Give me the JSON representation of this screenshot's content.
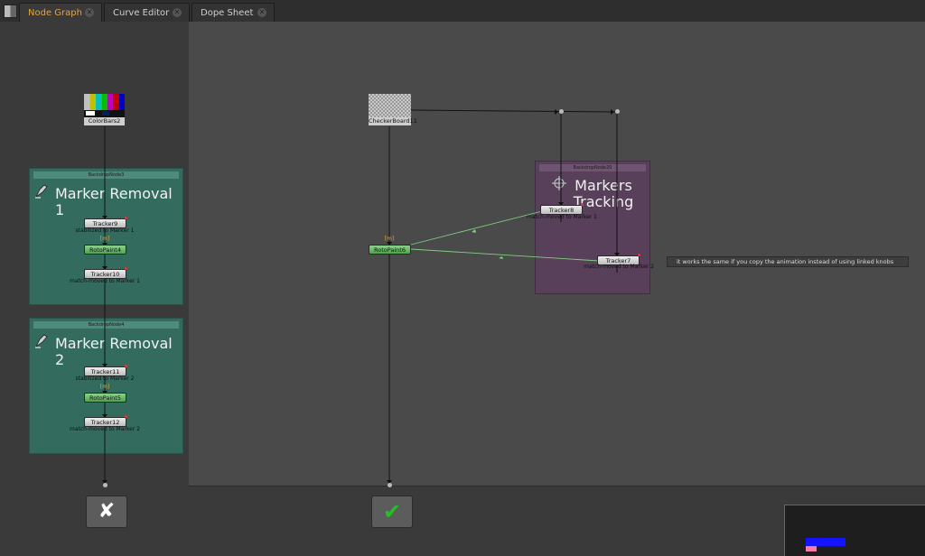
{
  "tabs": [
    {
      "label": "Node Graph",
      "active": true
    },
    {
      "label": "Curve Editor",
      "active": false
    },
    {
      "label": "Dope Sheet",
      "active": false
    }
  ],
  "colors": {
    "accent": "#e8a23a",
    "backdrop_green": "#336b5e",
    "backdrop_purple": "#583f5a",
    "roto_node": "#5fb55f",
    "tracker_node": "#d6d6d6",
    "wire_green": "#7fcf7f",
    "check_green": "#22c022"
  },
  "nodes": {
    "colorbars": {
      "label": "ColorBars2"
    },
    "checkerboard": {
      "label": "CheckerBoard11"
    },
    "backdrop3": {
      "title": "BackdropNode3",
      "label": "Marker Removal 1"
    },
    "backdrop4": {
      "title": "BackdropNode4",
      "label": "Marker Removal 2"
    },
    "backdrop20": {
      "title": "BackdropNode20",
      "label": "Markers Tracking"
    },
    "tracker9": {
      "label": "Tracker9",
      "note": "stabilized to Marker 1"
    },
    "rotopaint4": {
      "label": "RotoPaint4"
    },
    "tracker10": {
      "label": "Tracker10",
      "note": "match-moved to Marker 1"
    },
    "tracker11": {
      "label": "Tracker11",
      "note": "stabilized to Marker 2"
    },
    "rotopaint5": {
      "label": "RotoPaint5"
    },
    "tracker12": {
      "label": "Tracker12",
      "note": "match-moved to Marker 2"
    },
    "rotopaint6": {
      "label": "RotoPaint6"
    },
    "tracker8": {
      "label": "Tracker8",
      "note": "match-moved to Marker 1"
    },
    "tracker7": {
      "label": "Tracker7",
      "note": "match-moved to Marker 2"
    },
    "mask_tag": "[m]"
  },
  "sticky_note": "it works the same if you copy the animation instead of using linked knobs",
  "viewers": {
    "left": {
      "icon": "cross-icon",
      "glyph": "✘"
    },
    "right": {
      "icon": "checkmark-icon",
      "glyph": "✔"
    }
  }
}
